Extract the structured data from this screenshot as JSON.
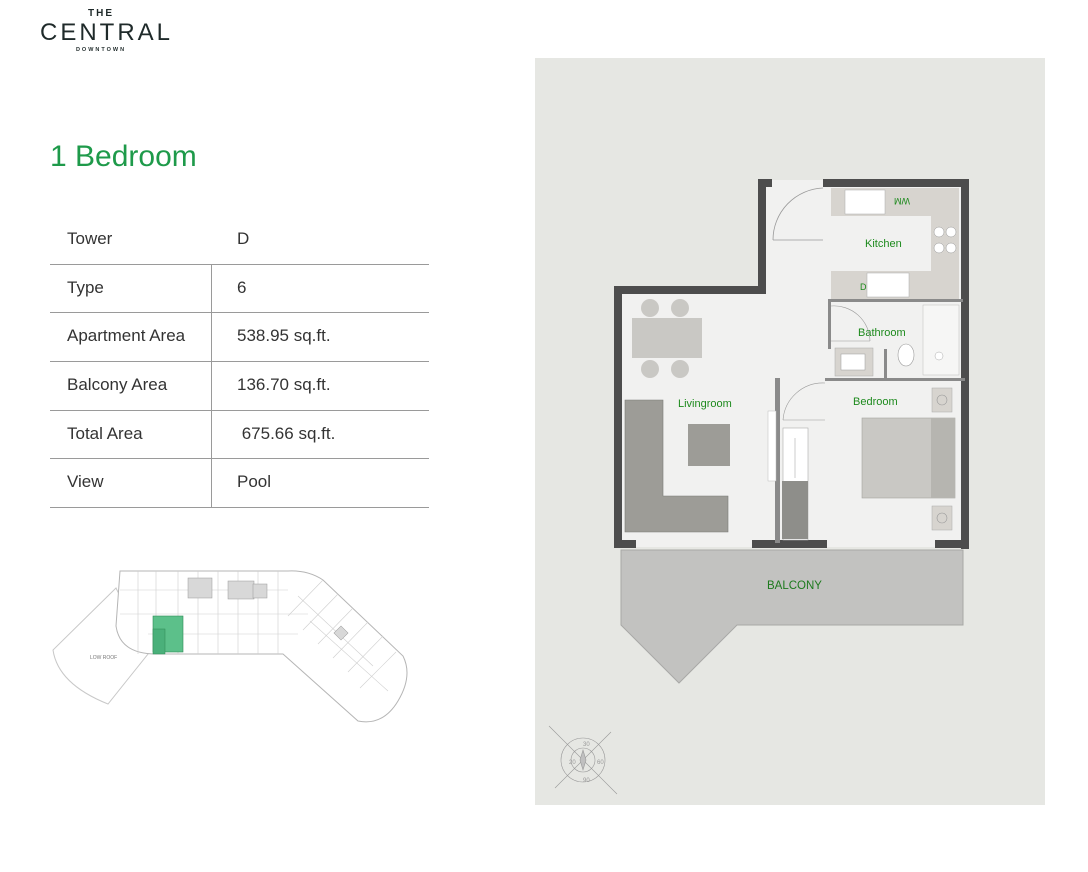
{
  "logo": {
    "line1": "THE",
    "line2": "CENTRAL",
    "line3": "DOWNTOWN"
  },
  "title": "1 Bedroom",
  "specs": [
    {
      "label": "Tower",
      "value": "D"
    },
    {
      "label": "Type",
      "value": "6"
    },
    {
      "label": "Apartment Area",
      "value": "538.95 sq.ft."
    },
    {
      "label": "Balcony Area",
      "value": "136.70 sq.ft."
    },
    {
      "label": "Total Area",
      "value": " 675.66 sq.ft."
    },
    {
      "label": "View",
      "value": "Pool"
    }
  ],
  "keyplan": {
    "low_roof_label": "LOW ROOF",
    "highlight_color": "#5cc08a"
  },
  "floorplan": {
    "rooms": {
      "kitchen": "Kitchen",
      "bathroom": "Bathroom",
      "livingroom": "Livingroom",
      "bedroom": "Bedroom",
      "balcony": "BALCONY",
      "wm": "WM",
      "d": "D"
    },
    "compass": {
      "labels": [
        "30",
        "60",
        "90",
        "20"
      ]
    }
  },
  "colors": {
    "brand_green": "#1e9a4a",
    "wall": "#4a4a4a",
    "panel_bg": "#e6e7e3"
  }
}
